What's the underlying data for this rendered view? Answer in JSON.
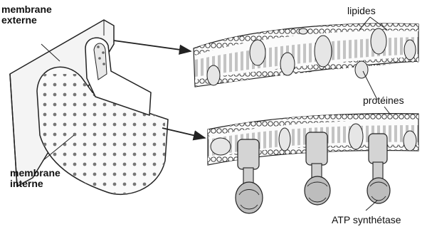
{
  "labels": {
    "outer_membrane_line1": "membrane",
    "outer_membrane_line2": "externe",
    "inner_membrane_line1": "membrane",
    "inner_membrane_line2": "interne",
    "lipids": "lipides",
    "proteins": "protéines",
    "atp_synthase": "ATP synthétase"
  },
  "colors": {
    "line": "#222222",
    "fill_light": "#f2f2f2",
    "fill_mid": "#d9d9d9",
    "protein_shade": "#bdbdbd"
  }
}
